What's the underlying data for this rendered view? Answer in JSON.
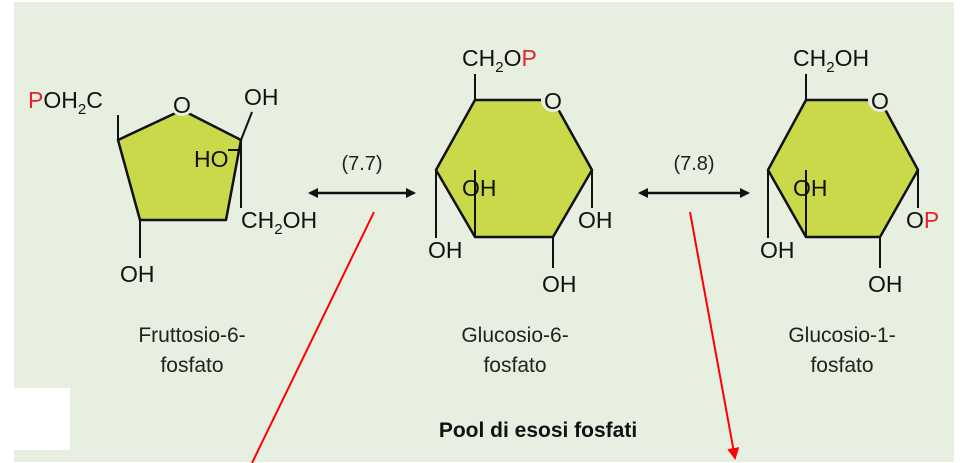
{
  "colors": {
    "panel": "#e6efe0",
    "ring_fill": "#c9d94a",
    "phosphate_red": "#e0262c",
    "annotation_red": "#ff0000"
  },
  "fructose": {
    "poh2c_p": "P",
    "poh2c_rest": "OH",
    "poh2c_sub": "2",
    "poh2c_c": "C",
    "ring_o": "O",
    "oh_top": "OH",
    "ho_inner": "HO",
    "ch2oh": "CH",
    "ch2oh_sub": "2",
    "ch2oh_end": "OH",
    "oh_bottom": "OH",
    "caption_line1": "Fruttosio-6-",
    "caption_line2": "fosfato"
  },
  "glucose6p": {
    "top_ch2o": "CH",
    "top_sub": "2",
    "top_o": "O",
    "top_p": "P",
    "ring_o": "O",
    "oh_inner": "OH",
    "oh_right": "OH",
    "oh_left": "OH",
    "oh_bottom": "OH",
    "caption_line1": "Glucosio-6-",
    "caption_line2": "fosfato"
  },
  "glucose1p": {
    "top_ch2": "CH",
    "top_sub": "2",
    "top_oh": "OH",
    "ring_o": "O",
    "oh_inner": "OH",
    "op_o": "O",
    "op_p": "P",
    "oh_left": "OH",
    "oh_bottom": "OH",
    "caption_line1": "Glucosio-1-",
    "caption_line2": "fosfato"
  },
  "reactions": {
    "step1": "(7.7)",
    "step2": "(7.8)"
  },
  "pool_label": "Pool di esosi fosfati"
}
